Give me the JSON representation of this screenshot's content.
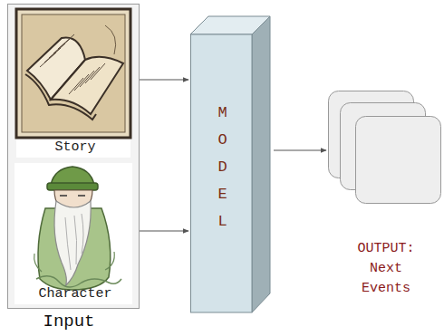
{
  "diagram": {
    "nodes": [
      {
        "text": [
          "Input"
        ]
      },
      {
        "text": [
          "Story"
        ],
        "in": 0
      },
      {
        "text": [
          "Character"
        ],
        "in": 0
      },
      {
        "text": [
          "MODEL"
        ]
      },
      {
        "text": [
          "OUTPUT: Next Events"
        ]
      }
    ],
    "edges": [
      {
        "from": 1,
        "to": 3,
        "arrow": "to"
      },
      {
        "from": 2,
        "to": 3,
        "arrow": "to"
      },
      {
        "from": 3,
        "to": 4,
        "arrow": "to"
      }
    ]
  }
}
